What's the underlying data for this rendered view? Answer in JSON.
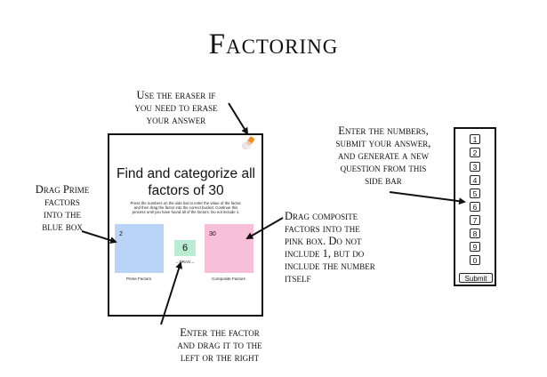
{
  "title": "Factoring",
  "notes": {
    "eraser": [
      "Use the eraser if",
      "you need to erase",
      "your answer"
    ],
    "prime": [
      "Drag Prime",
      "factors",
      "into the",
      "blue box"
    ],
    "composite": [
      "Drag composite",
      "factors into the",
      "pink box.  Do not",
      "include 1, but do",
      "include the number",
      "itself"
    ],
    "factor": [
      "Enter the factor",
      "and drag it to the",
      "left or the right"
    ],
    "sidebar": [
      "Enter the numbers,",
      "submit your answer,",
      "and generate a new",
      "question from this",
      "side bar"
    ]
  },
  "panel": {
    "heading": [
      "Find and categorize all",
      "factors of 30"
    ],
    "instructions": [
      "Press the numbers on the side bar to enter the value of the factor,",
      "and then drag the factor into the correct bucket.  Continue this",
      "process until you have found all of the factors.  Do not include 1."
    ],
    "prime_value": "2",
    "composite_value": "30",
    "factor_value": "6",
    "drag_label": "←DRAG→",
    "prime_label": "Prime Factors",
    "composite_label": "Composite Factors"
  },
  "sidebar": {
    "numbers": [
      "1",
      "2",
      "3",
      "4",
      "5",
      "6",
      "7",
      "8",
      "9",
      "0"
    ],
    "submit": "Submit"
  },
  "colors": {
    "prime_box": "#b9d4f7",
    "composite_box": "#f7bfd8",
    "factor_box": "#b9ecd3"
  }
}
